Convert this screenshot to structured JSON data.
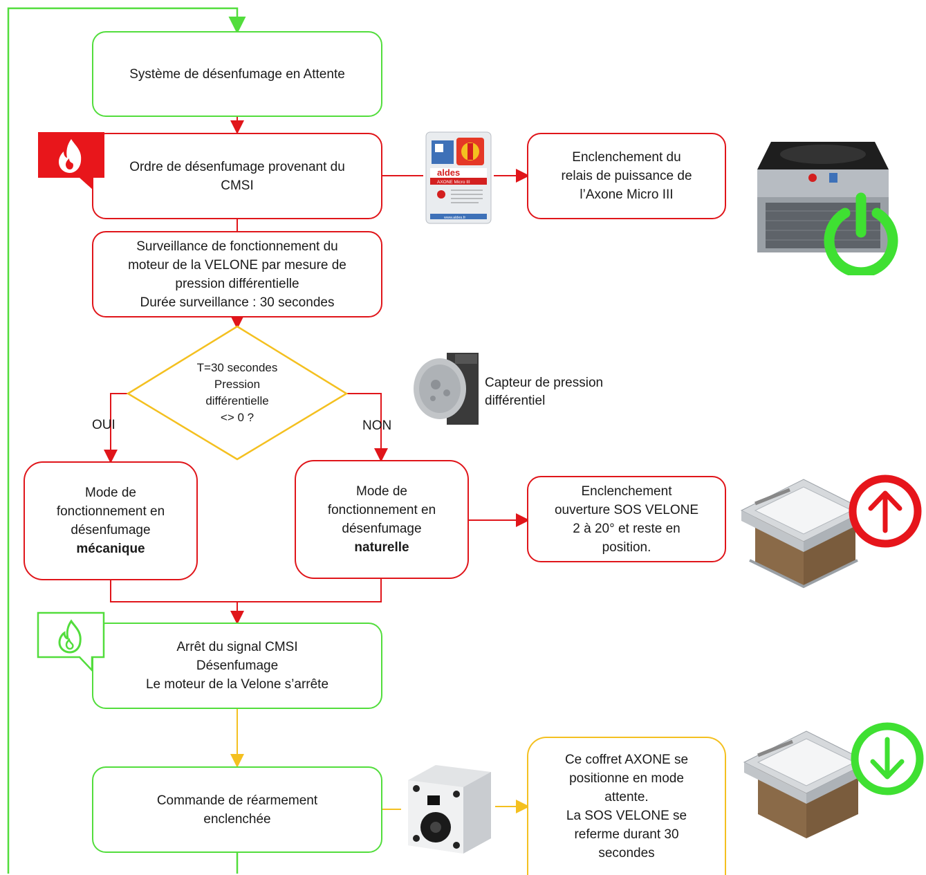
{
  "nodes": {
    "attente": "Système de désenfumage en Attente",
    "ordre": "Ordre de désenfumage provenant du\nCMSI",
    "relais": "Enclenchement du\nrelais de puissance de\nl’Axone Micro III",
    "surveillance": "Surveillance de fonctionnement du\nmoteur de la VELONE par mesure de\npression différentielle\nDurée surveillance : 30 secondes",
    "decision": "T=30 secondes\nPression\ndifférentielle\n<> 0 ?",
    "mode_meca": "Mode de\nfonctionnement en\ndésenfumage",
    "mode_meca_bold": "mécanique",
    "mode_nat": "Mode de\nfonctionnement en\ndésenfumage",
    "mode_nat_bold": "naturelle",
    "ouverture": "Enclenchement\nouverture SOS VELONE\n2 à 20° et reste en\nposition.",
    "arret": "Arrêt du signal CMSI\nDésenfumage\nLe moteur de la Velone s’arrête",
    "rearmement": "Commande de réarmement\nenclenchée",
    "attente2": "Ce coffret AXONE se\npositionne en mode\nattente.\nLa SOS VELONE se\nreferme durant 30\nsecondes"
  },
  "labels": {
    "oui": "OUI",
    "non": "NON",
    "capteur": "Capteur de pression\ndifférentiel"
  },
  "device_text": {
    "brand": "aldes",
    "model": "AXONE Micro III",
    "url": "www.aldes.fr"
  },
  "icons": [
    "fire-icon",
    "power-icon",
    "arrow-up-icon",
    "arrow-down-icon"
  ],
  "colors": {
    "green": "#52dd3c",
    "red": "#e0151a",
    "yellow": "#f4c020"
  }
}
